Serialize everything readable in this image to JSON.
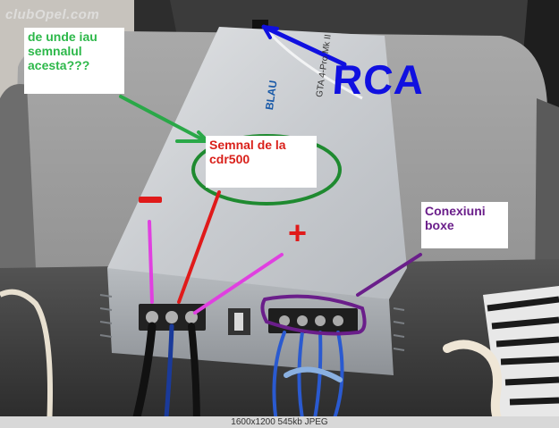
{
  "watermark": "clubOpel.com",
  "amp_brand": "BLAU",
  "amp_model": "GTA 4-Pro Mk II",
  "annotations": {
    "question": "de unde iau semnalul acesta???",
    "signal": "Semnal de la cdr500",
    "speakers": "Conexiuni boxe",
    "rca": "RCA",
    "plus": "+",
    "minus": "−"
  },
  "footer": "1600x1200  545kb  JPEG",
  "colors": {
    "green_annotation": "#2aa848",
    "red_annotation": "#e01a1a",
    "blue_annotation": "#1010e0",
    "purple_annotation": "#6a1e8a",
    "magenta_annotation": "#e040e0"
  }
}
